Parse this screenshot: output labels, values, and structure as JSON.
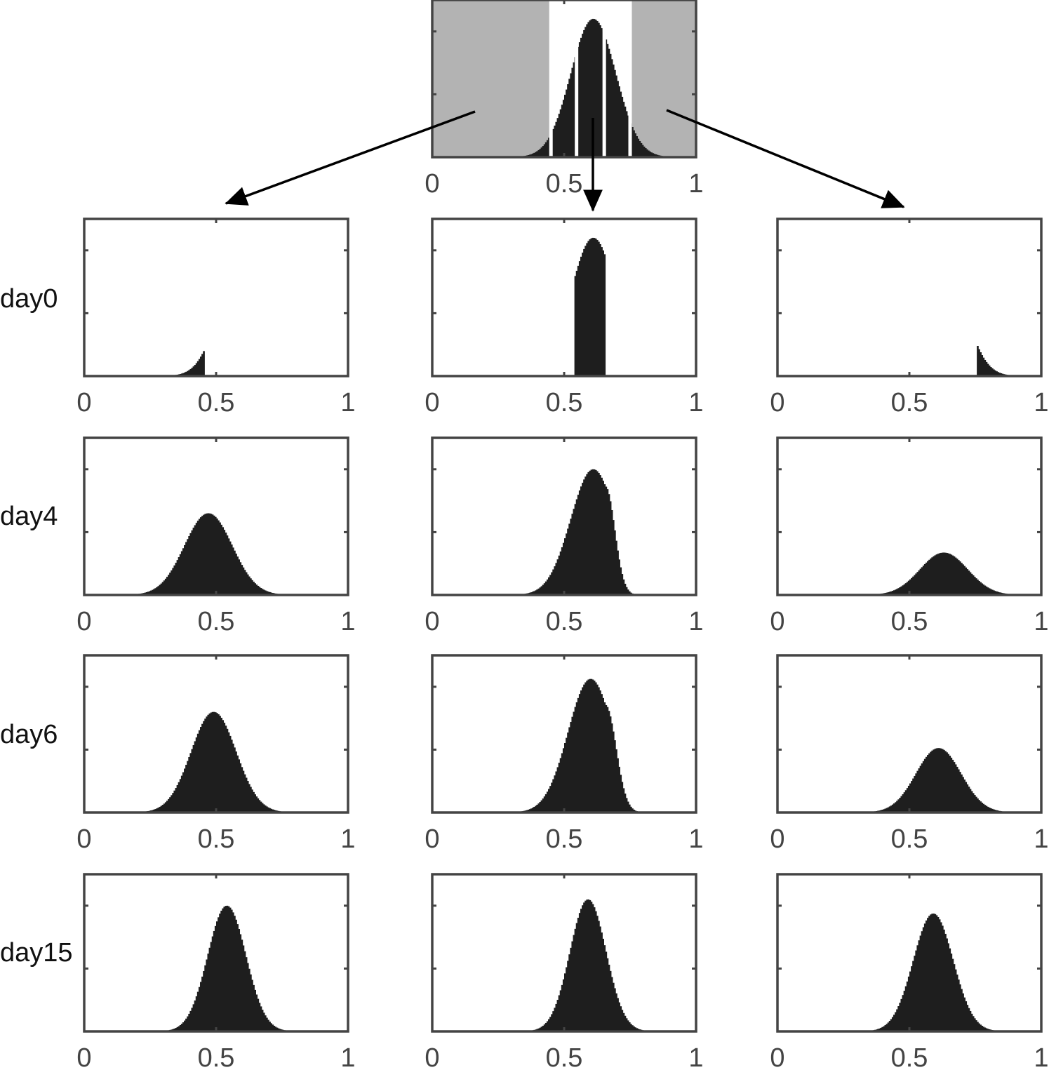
{
  "colors": {
    "fill": "#1e1e1e",
    "axis": "#444444",
    "shade": "#b3b3b3",
    "band_line": "#ffffff",
    "arrow": "#000000",
    "background": "#ffffff"
  },
  "xticks": [
    {
      "value": 0,
      "label": "0"
    },
    {
      "value": 0.5,
      "label": "0.5"
    },
    {
      "value": 1,
      "label": "1"
    }
  ],
  "row_labels": [
    "day0",
    "day4",
    "day6",
    "day15"
  ],
  "chart_data": [
    {
      "id": "source",
      "type": "area",
      "title": "",
      "xlim": [
        0,
        1
      ],
      "ylim": [
        0,
        1
      ],
      "distribution": {
        "mean": 0.61,
        "sd": 0.085,
        "peak": 0.88
      },
      "shaded_ranges": [
        [
          0,
          0.45
        ],
        [
          0.75,
          1
        ]
      ],
      "band_edges": [
        0.45,
        0.547,
        0.652,
        0.75
      ],
      "xtick_labels": [
        "0",
        "0.5",
        "1"
      ],
      "arrows_to": [
        "column-left",
        "column-middle",
        "column-right"
      ]
    },
    {
      "id": "left-day0",
      "type": "area",
      "row": "day0",
      "column": "left",
      "xlim": [
        0,
        1
      ],
      "ylim": [
        0,
        1
      ],
      "distribution": {
        "mean": 0.61,
        "sd": 0.085,
        "peak": 0.88
      },
      "truncate": [
        0,
        0.458
      ],
      "xtick_labels": [
        "0",
        "0.5",
        "1"
      ]
    },
    {
      "id": "middle-day0",
      "type": "area",
      "row": "day0",
      "column": "middle",
      "xlim": [
        0,
        1
      ],
      "ylim": [
        0,
        1
      ],
      "distribution": {
        "mean": 0.61,
        "sd": 0.085,
        "peak": 0.88
      },
      "truncate": [
        0.541,
        0.656
      ],
      "xtick_labels": [
        "0",
        "0.5",
        "1"
      ]
    },
    {
      "id": "right-day0",
      "type": "area",
      "row": "day0",
      "column": "right",
      "xlim": [
        0,
        1
      ],
      "ylim": [
        0,
        1
      ],
      "distribution": {
        "mean": 0.61,
        "sd": 0.085,
        "peak": 0.88
      },
      "truncate": [
        0.755,
        1
      ],
      "xtick_labels": [
        "0",
        "0.5",
        "1"
      ]
    },
    {
      "id": "left-day4",
      "type": "area",
      "row": "day4",
      "column": "left",
      "xlim": [
        0,
        1
      ],
      "ylim": [
        0,
        1
      ],
      "distribution": {
        "mean": 0.47,
        "sd": 0.09,
        "peak": 0.52
      },
      "xtick_labels": [
        "0",
        "0.5",
        "1"
      ]
    },
    {
      "id": "middle-day4",
      "type": "area",
      "row": "day4",
      "column": "middle",
      "xlim": [
        0,
        1
      ],
      "ylim": [
        0,
        1
      ],
      "distribution": {
        "mean": 0.61,
        "sd": 0.085,
        "peak": 0.8
      },
      "cut_above": 0.656,
      "tail_sd": 0.035,
      "xtick_labels": [
        "0",
        "0.5",
        "1"
      ]
    },
    {
      "id": "right-day4",
      "type": "area",
      "row": "day4",
      "column": "right",
      "xlim": [
        0,
        1
      ],
      "ylim": [
        0,
        1
      ],
      "distribution": {
        "mean": 0.63,
        "sd": 0.09,
        "peak": 0.27
      },
      "xtick_labels": [
        "0",
        "0.5",
        "1"
      ]
    },
    {
      "id": "left-day6",
      "type": "area",
      "row": "day6",
      "column": "left",
      "xlim": [
        0,
        1
      ],
      "ylim": [
        0,
        1
      ],
      "distribution": {
        "mean": 0.49,
        "sd": 0.085,
        "peak": 0.64
      },
      "xtick_labels": [
        "0",
        "0.5",
        "1"
      ]
    },
    {
      "id": "middle-day6",
      "type": "area",
      "row": "day6",
      "column": "middle",
      "xlim": [
        0,
        1
      ],
      "ylim": [
        0,
        1
      ],
      "distribution": {
        "mean": 0.6,
        "sd": 0.085,
        "peak": 0.85
      },
      "cut_above": 0.656,
      "tail_sd": 0.04,
      "xtick_labels": [
        "0",
        "0.5",
        "1"
      ]
    },
    {
      "id": "right-day6",
      "type": "area",
      "row": "day6",
      "column": "right",
      "xlim": [
        0,
        1
      ],
      "ylim": [
        0,
        1
      ],
      "distribution": {
        "mean": 0.61,
        "sd": 0.085,
        "peak": 0.41
      },
      "xtick_labels": [
        "0",
        "0.5",
        "1"
      ]
    },
    {
      "id": "left-day15",
      "type": "area",
      "row": "day15",
      "column": "left",
      "xlim": [
        0,
        1
      ],
      "ylim": [
        0,
        1
      ],
      "distribution": {
        "mean": 0.54,
        "sd": 0.072,
        "peak": 0.8
      },
      "xtick_labels": [
        "0",
        "0.5",
        "1"
      ]
    },
    {
      "id": "middle-day15",
      "type": "area",
      "row": "day15",
      "column": "middle",
      "xlim": [
        0,
        1
      ],
      "ylim": [
        0,
        1
      ],
      "distribution": {
        "mean": 0.59,
        "sd": 0.068,
        "peak": 0.84
      },
      "xtick_labels": [
        "0",
        "0.5",
        "1"
      ]
    },
    {
      "id": "right-day15",
      "type": "area",
      "row": "day15",
      "column": "right",
      "xlim": [
        0,
        1
      ],
      "ylim": [
        0,
        1
      ],
      "distribution": {
        "mean": 0.59,
        "sd": 0.075,
        "peak": 0.75
      },
      "xtick_labels": [
        "0",
        "0.5",
        "1"
      ]
    }
  ]
}
